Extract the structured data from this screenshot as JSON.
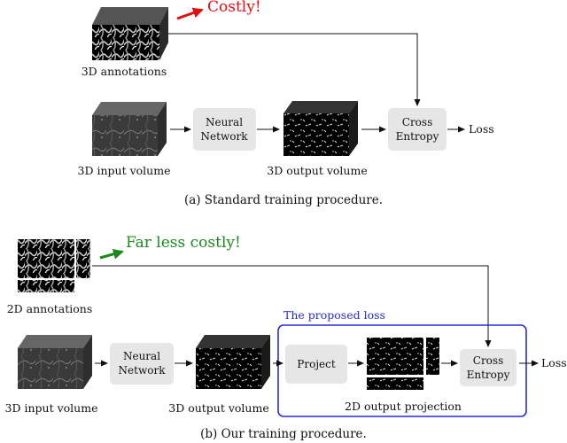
{
  "colors": {
    "red_note": "#e01010",
    "green_note": "#1a8a1a",
    "blue_frame": "#2a2ad8",
    "process_box": "#e6e6e6",
    "arrow": "#111111"
  },
  "top": {
    "note": "Costly!",
    "annotations_label": "3D annotations",
    "input_label": "3D input volume",
    "network_line1": "Neural",
    "network_line2": "Network",
    "output_label": "3D output volume",
    "loss_line1": "Cross",
    "loss_line2": "Entropy",
    "loss_out": "Loss",
    "caption": "(a) Standard training procedure."
  },
  "bottom": {
    "note": "Far less costly!",
    "annotations_label": "2D annotations",
    "frame_title": "The proposed loss",
    "input_label": "3D input volume",
    "network_line1": "Neural",
    "network_line2": "Network",
    "output_label": "3D output volume",
    "project_label": "Project",
    "projection_label": "2D output projection",
    "loss_line1": "Cross",
    "loss_line2": "Entropy",
    "loss_out": "Loss",
    "caption": "(b) Our training procedure."
  }
}
